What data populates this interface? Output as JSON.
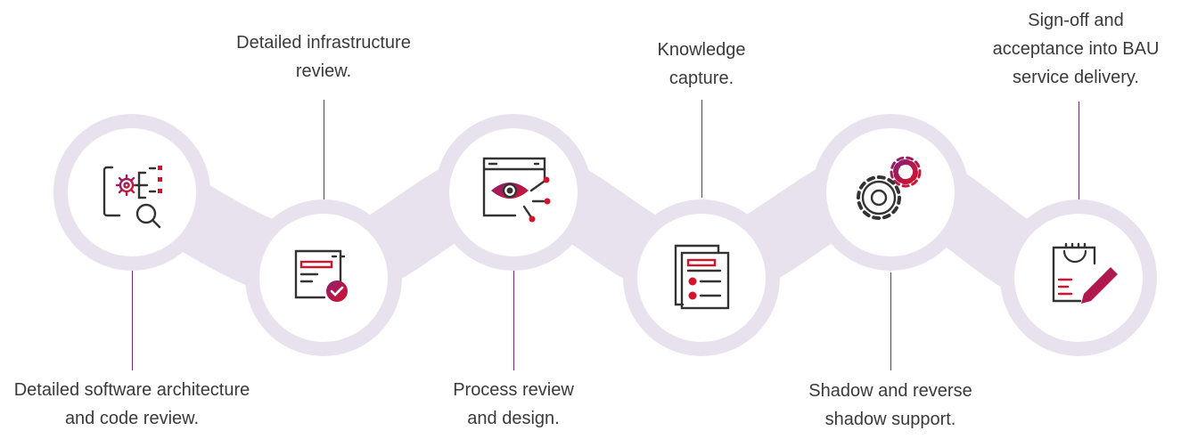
{
  "steps": [
    {
      "line1": "Detailed software architecture",
      "line2": "and code review.",
      "icon": "code-review-icon"
    },
    {
      "line1": "Detailed infrastructure",
      "line2": "review.",
      "icon": "infrastructure-review-icon"
    },
    {
      "line1": "Process review",
      "line2": "and design.",
      "icon": "process-review-icon"
    },
    {
      "line1": "Knowledge",
      "line2": "capture.",
      "icon": "knowledge-capture-icon"
    },
    {
      "line1": "Shadow and reverse",
      "line2": "shadow support.",
      "icon": "shadow-support-icon"
    },
    {
      "line1": "Sign-off and",
      "line2": "acceptance into BAU",
      "line3": "service delivery.",
      "icon": "sign-off-icon"
    }
  ],
  "colors": {
    "track": "#e8e1ee",
    "circle_fill": "#ffffff",
    "connector_line": "#7a2a6e",
    "icon_stroke": "#333333",
    "accent_red": "#d4142c",
    "accent_purple": "#8b1f6f",
    "text": "#3a3a3a"
  }
}
